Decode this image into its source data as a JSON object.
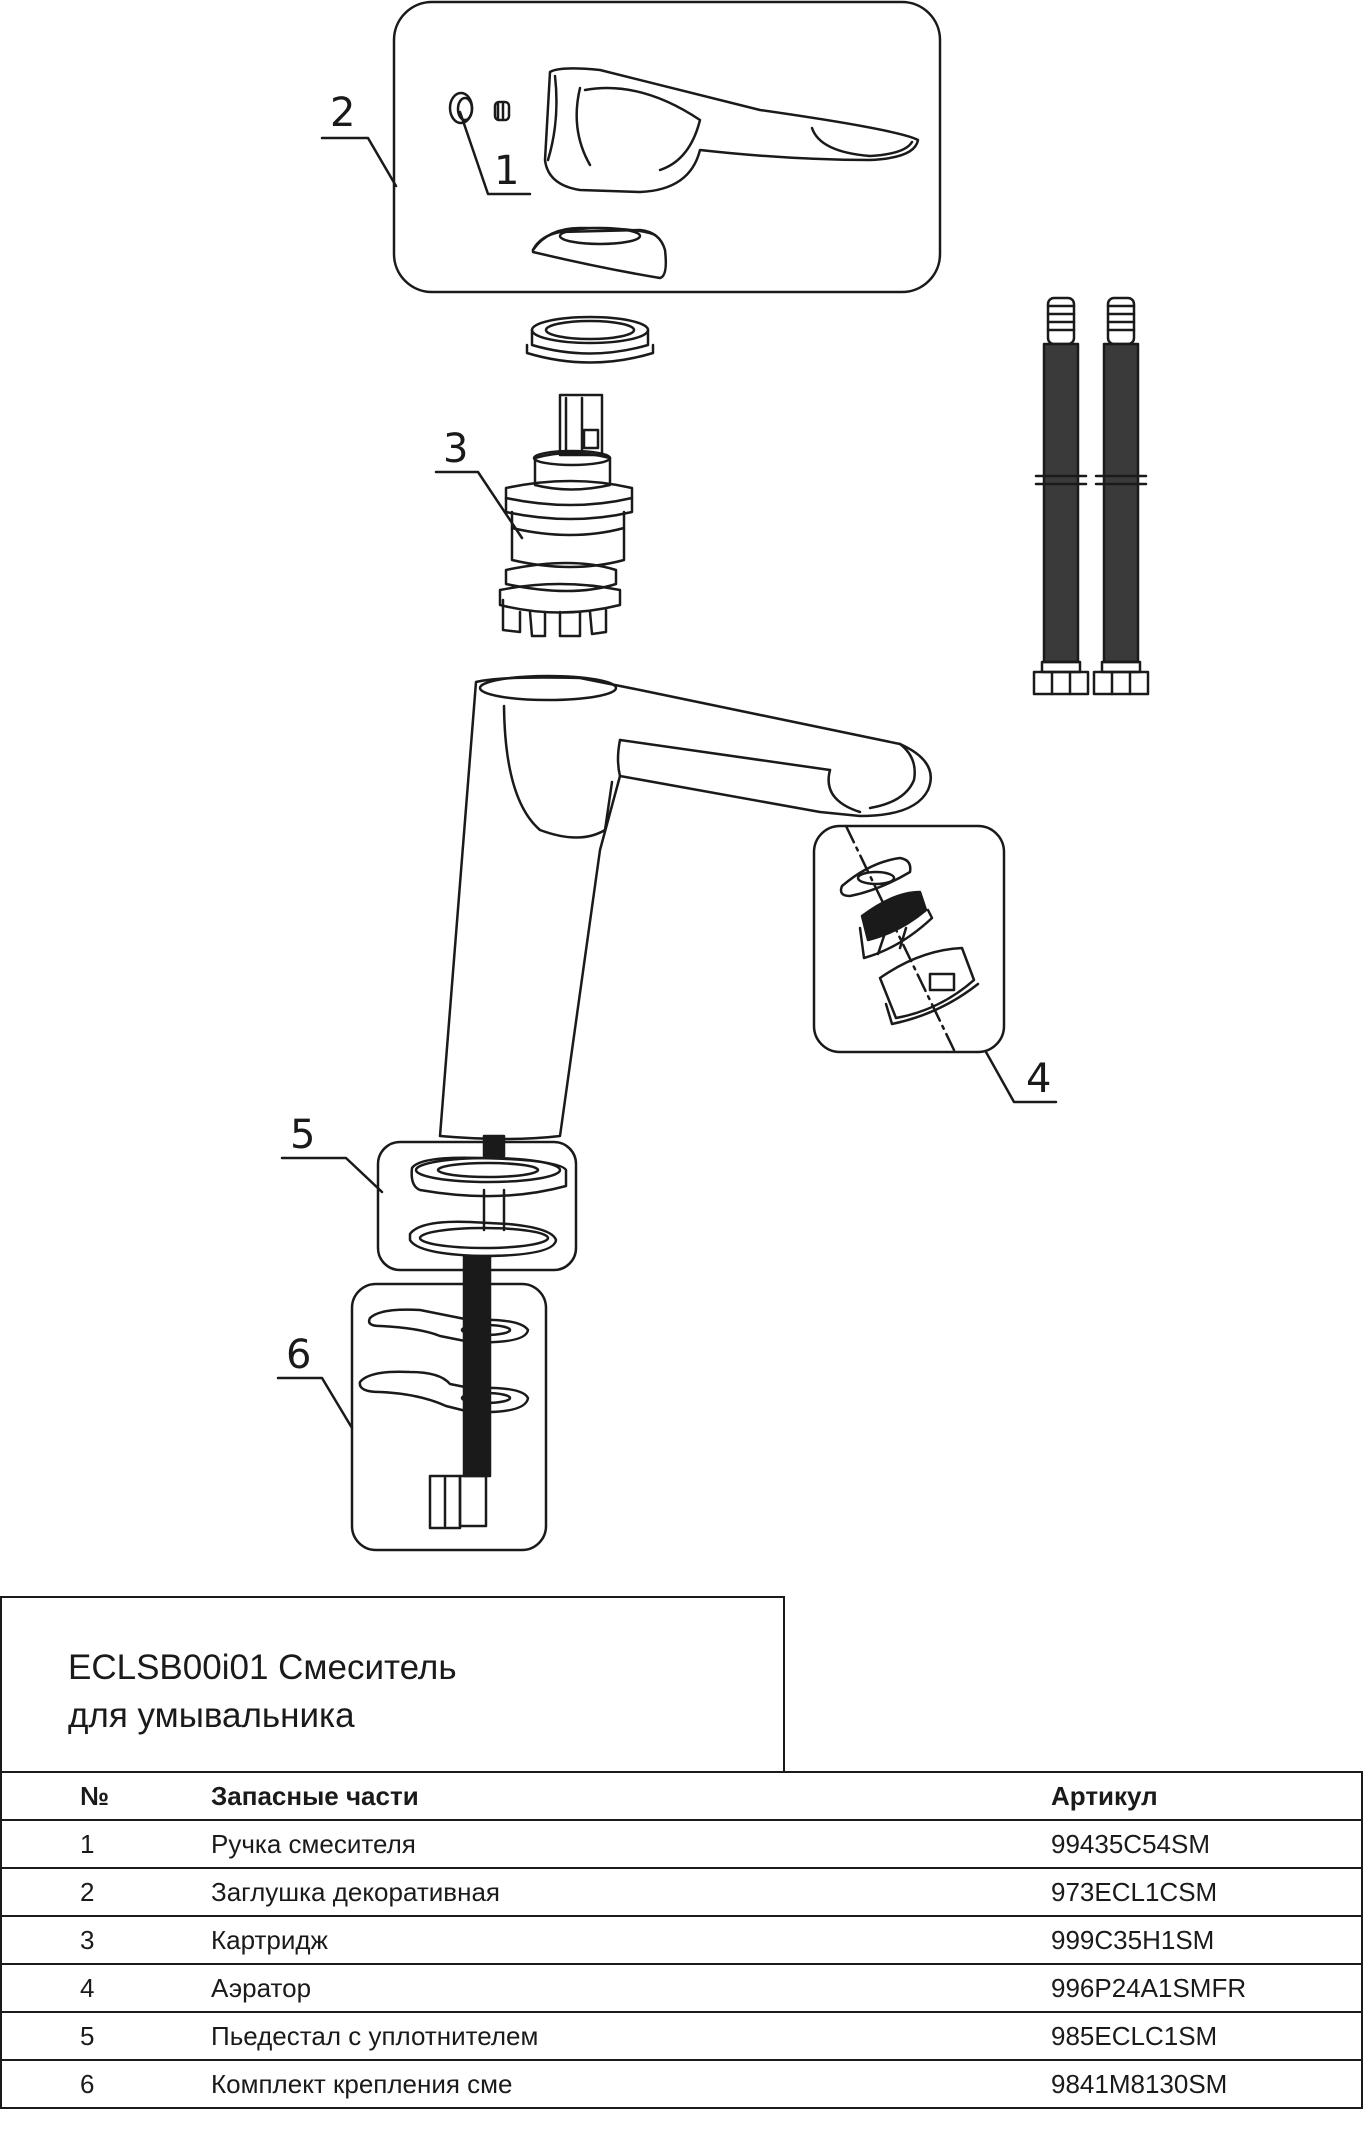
{
  "diagram": {
    "callouts": [
      "1",
      "2",
      "3",
      "4",
      "5",
      "6"
    ]
  },
  "title": {
    "line1": "ECLSB00i01 Смеситель",
    "line2": "для умывальника"
  },
  "table": {
    "headers": [
      "№",
      "Запасные части",
      "Артикул"
    ],
    "rows": [
      [
        "1",
        "Ручка смесителя",
        "99435C54SM"
      ],
      [
        "2",
        "Заглушка декоративная",
        "973ECL1CSM"
      ],
      [
        "3",
        "Картридж",
        "999C35H1SM"
      ],
      [
        "4",
        "Аэратор",
        "996P24A1SMFR"
      ],
      [
        "5",
        "Пьедестал с уплотнителем",
        "985ECLC1SM"
      ],
      [
        "6",
        "Комплект крепления сме",
        "9841M8130SM"
      ]
    ]
  }
}
